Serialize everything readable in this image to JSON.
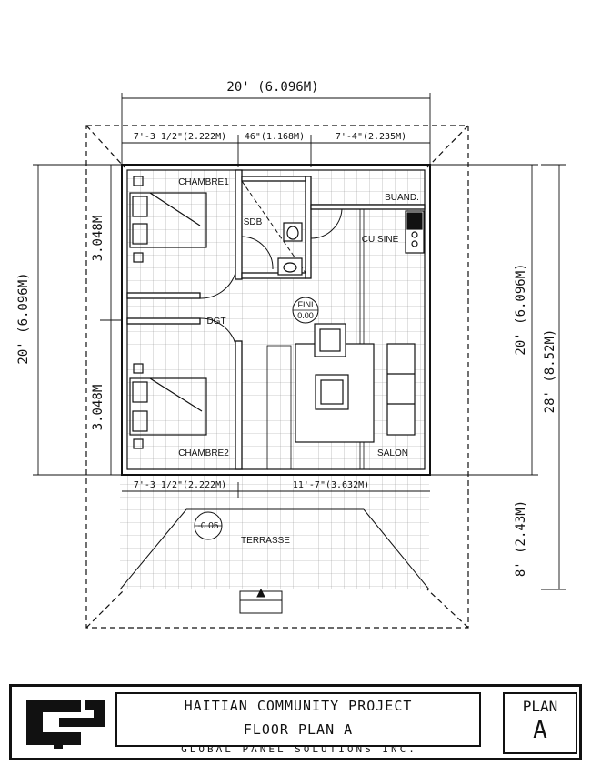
{
  "dimensions": {
    "top_overall": "20' (6.096M)",
    "top_seg_1": "7'-3 1/2\"(2.222M)",
    "top_seg_2": "46\"(1.168M)",
    "top_seg_3": "7'-4\"(2.235M)",
    "left_overall": "20' (6.096M)",
    "left_upper": "3.048M",
    "left_lower": "3.048M",
    "right_inner": "20' (6.096M)",
    "right_outer": "28' (8.52M)",
    "right_terrace": "8' (2.43M)",
    "bottom_seg_1": "7'-3 1/2\"(2.222M)",
    "bottom_seg_2": "11'-7\"(3.632M)"
  },
  "rooms": {
    "chambre1": "CHAMBRE1",
    "sdb": "SDB",
    "buand": "BUAND.",
    "cuisine": "CUISINE",
    "dgt": "DGT",
    "chambre2": "CHAMBRE2",
    "salon": "SALON",
    "terrasse": "TERRASSE"
  },
  "levels": {
    "fin_label": "FINI",
    "fin_value": "0.00",
    "terrace_value": "-0.05"
  },
  "title_block": {
    "line1": "HAITIAN COMMUNITY PROJECT",
    "line2": "FLOOR PLAN A",
    "company": "GLOBAL PANEL SOLUTIONS INC.",
    "plan_label": "PLAN",
    "plan_letter": "A"
  }
}
